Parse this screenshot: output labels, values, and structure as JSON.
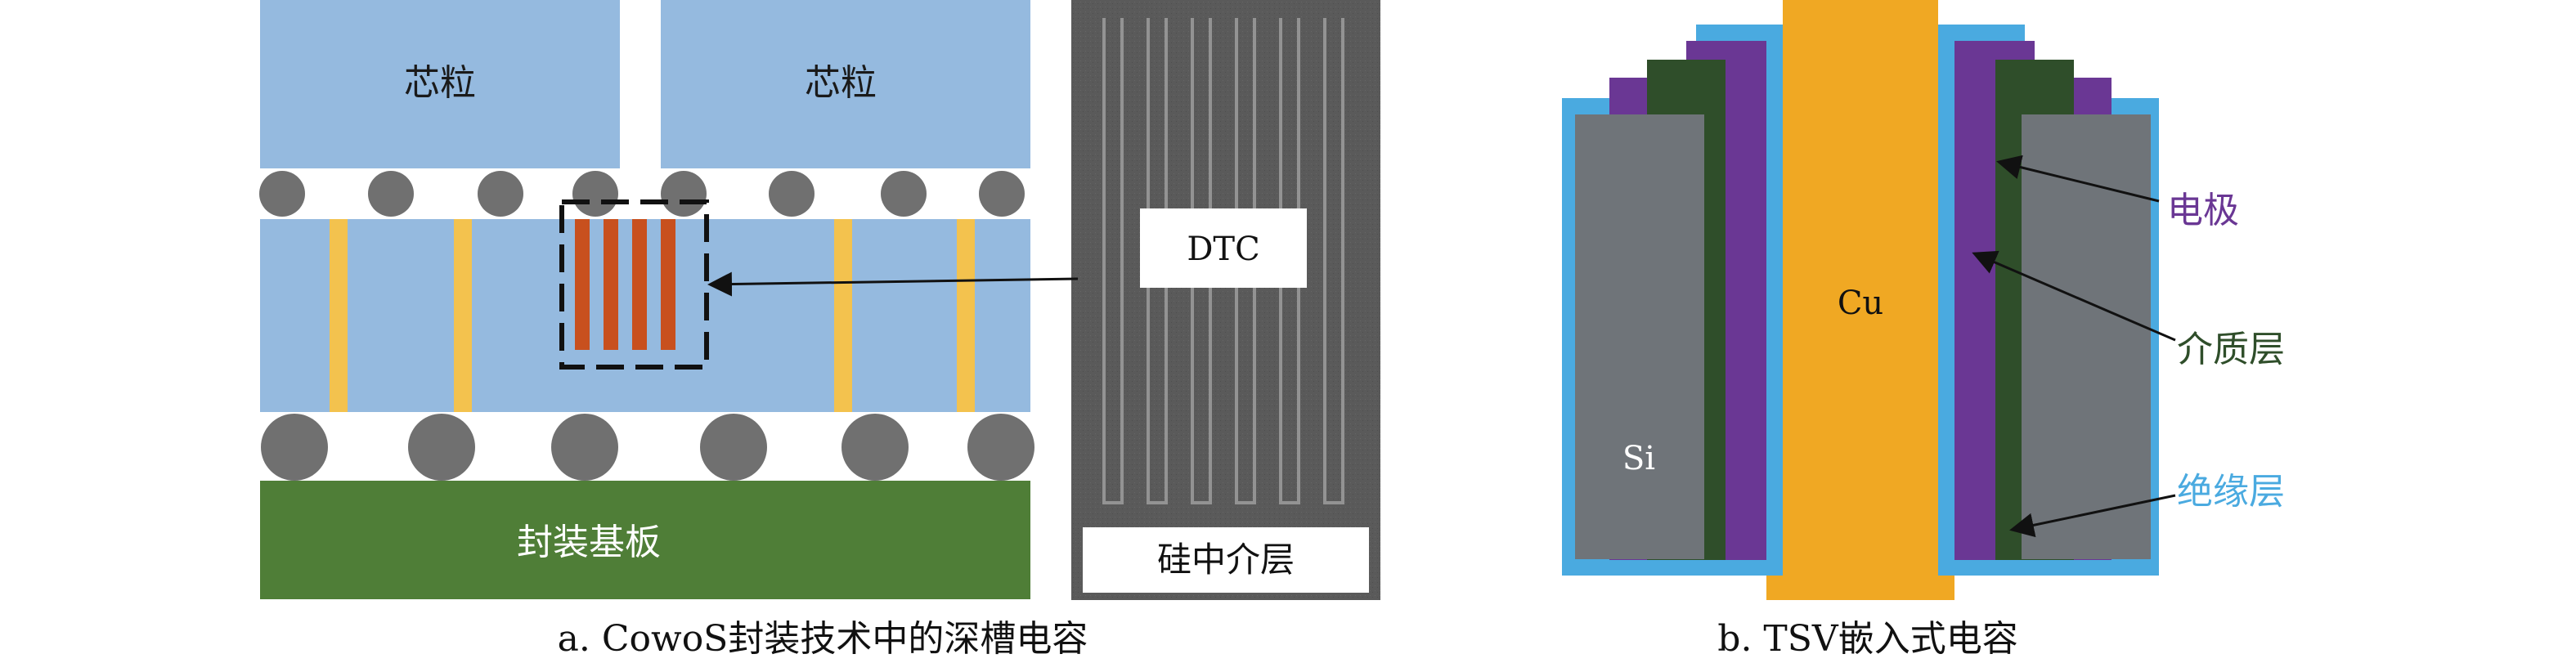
{
  "panel_a": {
    "chip_left": "芯粒",
    "chip_right": "芯粒",
    "substrate": "封装基板",
    "dtc_label": "DTC",
    "interposer_label": "硅中介层",
    "caption": "a. CowoS封装技术中的深槽电容"
  },
  "panel_b": {
    "cu_label": "Cu",
    "si_label": "Si",
    "electrode_label": "电极",
    "dielectric_label": "介质层",
    "insulator_label": "绝缘层",
    "caption": "b. TSV嵌入式电容"
  },
  "colors": {
    "chip_blue": "#95badf",
    "bump_gray": "#707070",
    "via_yellow": "#f3c24e",
    "trench_orange": "#c8501e",
    "substrate_green": "#4f7e37",
    "cu_orange": "#f0a823",
    "si_gray": "#6f7479",
    "insulator_cyan": "#4aaae0",
    "electrode_purple": "#6a3794",
    "dielectric_green": "#2f4e2a",
    "electrode_text": "#6a3794",
    "dielectric_text": "#2f4e2a",
    "insulator_text": "#4aaae0"
  }
}
